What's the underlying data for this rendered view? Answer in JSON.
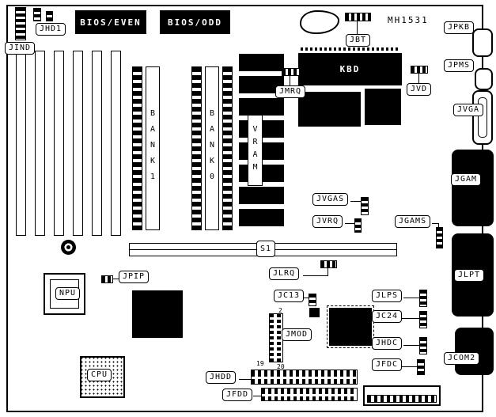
{
  "board": {
    "part_number": "MH1531"
  },
  "memory": {
    "bank1": "BANK1",
    "bank0": "BANK0",
    "vram": "VRAM"
  },
  "chips": {
    "bios_even": "BIOS/EVEN",
    "bios_odd": "BIOS/ODD",
    "kbd": "KBD",
    "npu": "NPU",
    "cpu": "CPU"
  },
  "slots": {
    "s1": "S1"
  },
  "connectors": {
    "jind": "JIND",
    "jhd1": "JHD1",
    "jbt": "JBT",
    "jpkb": "JPKB",
    "jpms": "JPMS",
    "jvga": "JVGA",
    "jvd": "JVD",
    "jmrq": "JMRQ",
    "jgam": "JGAM",
    "jvgas": "JVGAS",
    "jvrq": "JVRQ",
    "jgams": "JGAMS",
    "jlpt": "JLPT",
    "jpip": "JPIP",
    "jlrq": "JLRQ",
    "jc13": "JC13",
    "jlps": "JLPS",
    "jc24": "JC24",
    "jmod": "JMOD",
    "jhdc": "JHDC",
    "jcom2": "JCOM2",
    "jfdc": "JFDC",
    "jhdd": "JHDD",
    "jfdd": "JFDD"
  },
  "pin_numbers": {
    "jmod_pin2": "2",
    "jmod_pin19": "19",
    "jmod_pin20": "20"
  }
}
